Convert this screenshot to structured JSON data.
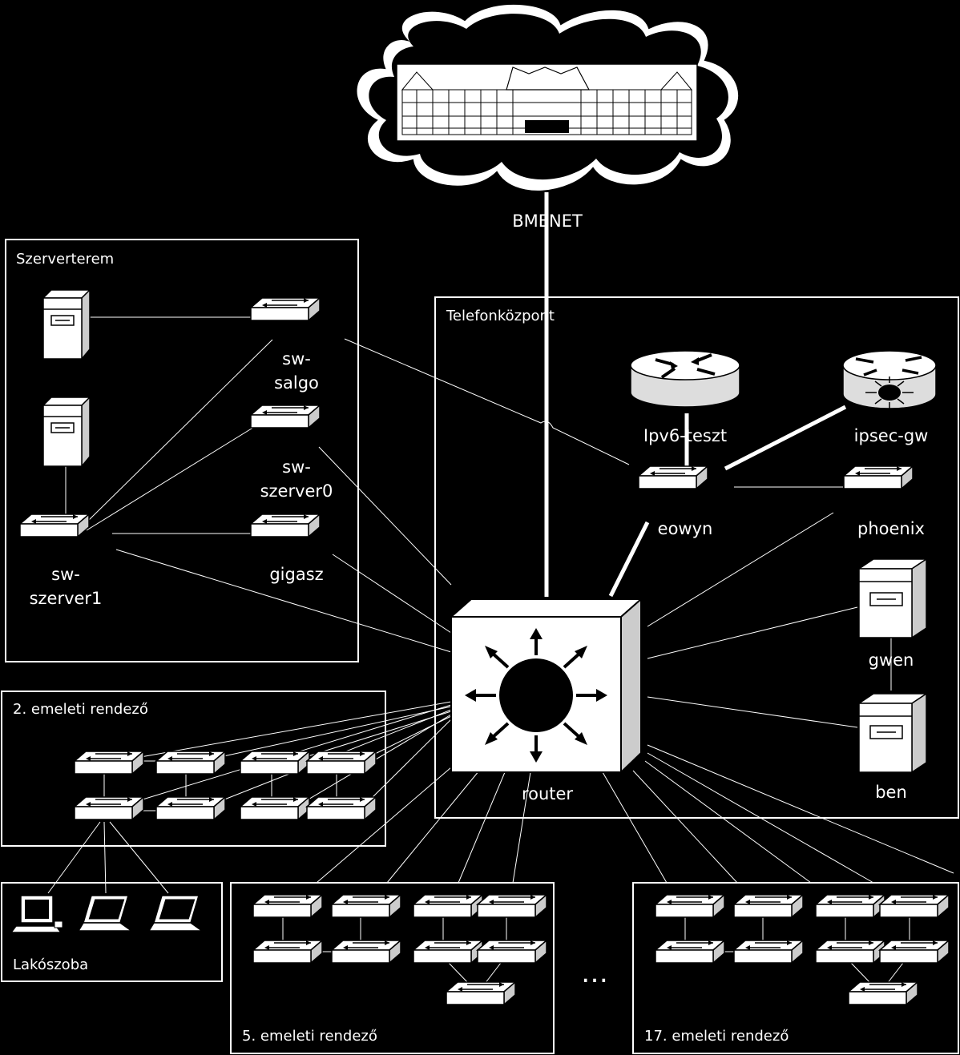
{
  "network": {
    "uplink_label": "BMENET",
    "core_label": "router",
    "ellipsis": "…"
  },
  "zones": {
    "server_room": "Szerverterem",
    "telephone_exchange": "Telefonközpont",
    "floor2": "2. emeleti rendező",
    "living_room": "Lakószoba",
    "floor5": "5. emeleti rendező",
    "floor17": "17. emeleti rendező"
  },
  "devices": {
    "sw_salgo": [
      "sw-",
      "salgo"
    ],
    "sw_szerver0": [
      "sw-",
      "szerver0"
    ],
    "sw_szerver1": [
      "sw-",
      "szerver1"
    ],
    "gigasz": "gigasz",
    "ipv6_teszt": "Ipv6-teszt",
    "ipsec_gw": "ipsec-gw",
    "eowyn": "eowyn",
    "phoenix": "phoenix",
    "gwen": "gwen",
    "ben": "ben"
  },
  "icon_names": [
    "cloud-icon",
    "building-icon",
    "switch-icon",
    "router-icon",
    "l3-router-icon",
    "server-icon",
    "desktop-icon",
    "laptop-icon"
  ]
}
